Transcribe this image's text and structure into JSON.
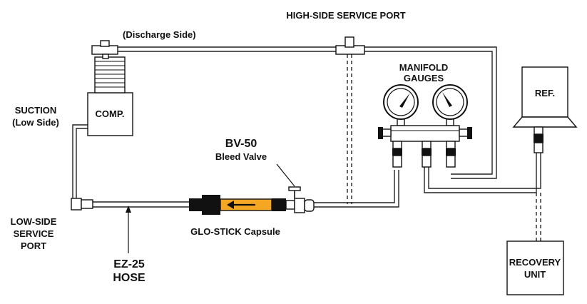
{
  "labels": {
    "high_side_port": "HIGH-SIDE SERVICE PORT",
    "discharge_side": "(Discharge Side)",
    "manifold_line1": "MANIFOLD",
    "manifold_line2": "GAUGES",
    "ref": "REF.",
    "suction_line1": "SUCTION",
    "suction_line2": "(Low Side)",
    "comp": "COMP.",
    "bv50": "BV-50",
    "bleed_valve": "Bleed Valve",
    "low_side_line1": "LOW-SIDE",
    "low_side_line2": "SERVICE",
    "low_side_line3": "PORT",
    "glo_stick": "GLO-STICK Capsule",
    "ez25_line1": "EZ-25",
    "ez25_line2": "HOSE",
    "recovery_line1": "RECOVERY",
    "recovery_line2": "UNIT"
  },
  "colors": {
    "capsule": "#f5a623",
    "line": "#222222",
    "text": "#111111"
  }
}
